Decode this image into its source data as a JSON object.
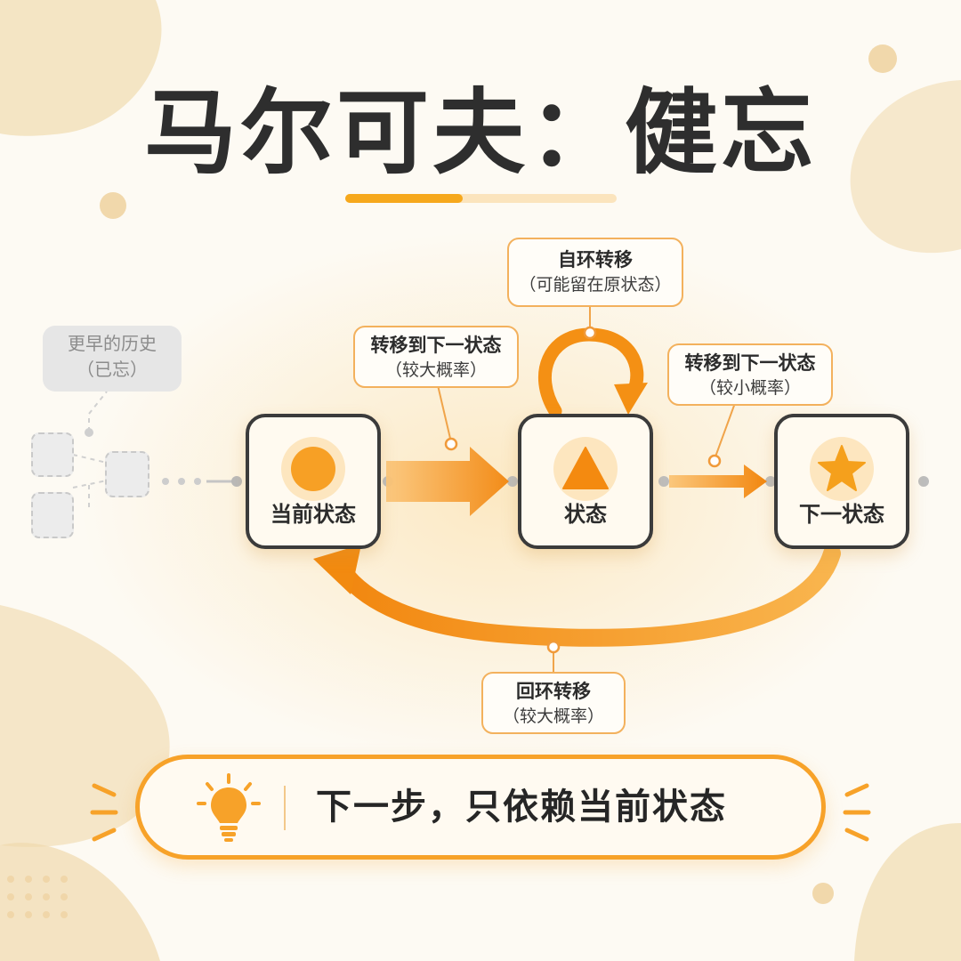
{
  "title": "马尔可夫：健忘",
  "history": {
    "line1": "更早的历史",
    "line2": "（已忘）"
  },
  "states": {
    "current": {
      "label": "当前状态",
      "icon": "circle-icon"
    },
    "middle": {
      "label": "状态",
      "icon": "triangle-icon"
    },
    "next": {
      "label": "下一状态",
      "icon": "star-icon"
    }
  },
  "callouts": {
    "self_loop": {
      "line1": "自环转移",
      "line2": "（可能留在原状态）"
    },
    "to_next_high": {
      "line1": "转移到下一状态",
      "line2": "（较大概率）"
    },
    "to_next_low": {
      "line1": "转移到下一状态",
      "line2": "（较小概率）"
    },
    "loop_back": {
      "line1": "回环转移",
      "line2": "（较大概率）"
    }
  },
  "tip": {
    "text": "下一步，只依赖当前状态",
    "icon": "lightbulb-icon"
  },
  "colors": {
    "accent": "#f7a229",
    "accent_deep": "#f08a12",
    "box_border": "#3b3b3b",
    "text": "#2c2c2c",
    "muted": "#8c8c8c"
  }
}
